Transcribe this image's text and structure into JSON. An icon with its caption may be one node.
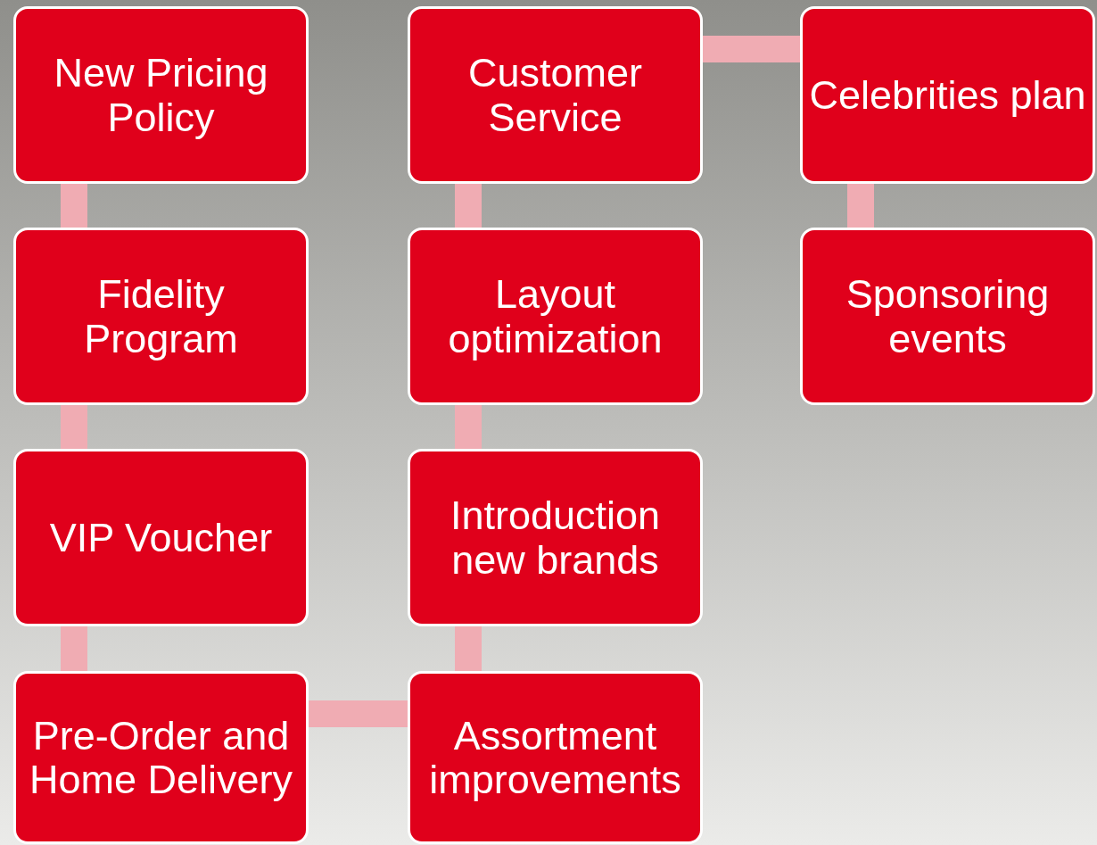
{
  "diagram": {
    "nodes": [
      {
        "text": [
          "New Pricing Policy"
        ]
      },
      {
        "text": [
          "Fidelity Program"
        ]
      },
      {
        "text": [
          "VIP Voucher"
        ]
      },
      {
        "text": [
          "Pre-Order and Home Delivery"
        ]
      },
      {
        "text": [
          "Assortment improvements"
        ]
      },
      {
        "text": [
          "Introduction new brands"
        ]
      },
      {
        "text": [
          "Layout optimization"
        ]
      },
      {
        "text": [
          "Customer Service"
        ]
      },
      {
        "text": [
          "Celebrities plan"
        ]
      },
      {
        "text": [
          "Sponsoring events"
        ]
      }
    ],
    "edges": [
      {
        "from": 0,
        "to": 1,
        "arrow": "none"
      },
      {
        "from": 1,
        "to": 2,
        "arrow": "none"
      },
      {
        "from": 2,
        "to": 3,
        "arrow": "none"
      },
      {
        "from": 3,
        "to": 4,
        "arrow": "none"
      },
      {
        "from": 4,
        "to": 5,
        "arrow": "none"
      },
      {
        "from": 5,
        "to": 6,
        "arrow": "none"
      },
      {
        "from": 6,
        "to": 7,
        "arrow": "none"
      },
      {
        "from": 7,
        "to": 8,
        "arrow": "none"
      },
      {
        "from": 8,
        "to": 9,
        "arrow": "none"
      }
    ]
  }
}
